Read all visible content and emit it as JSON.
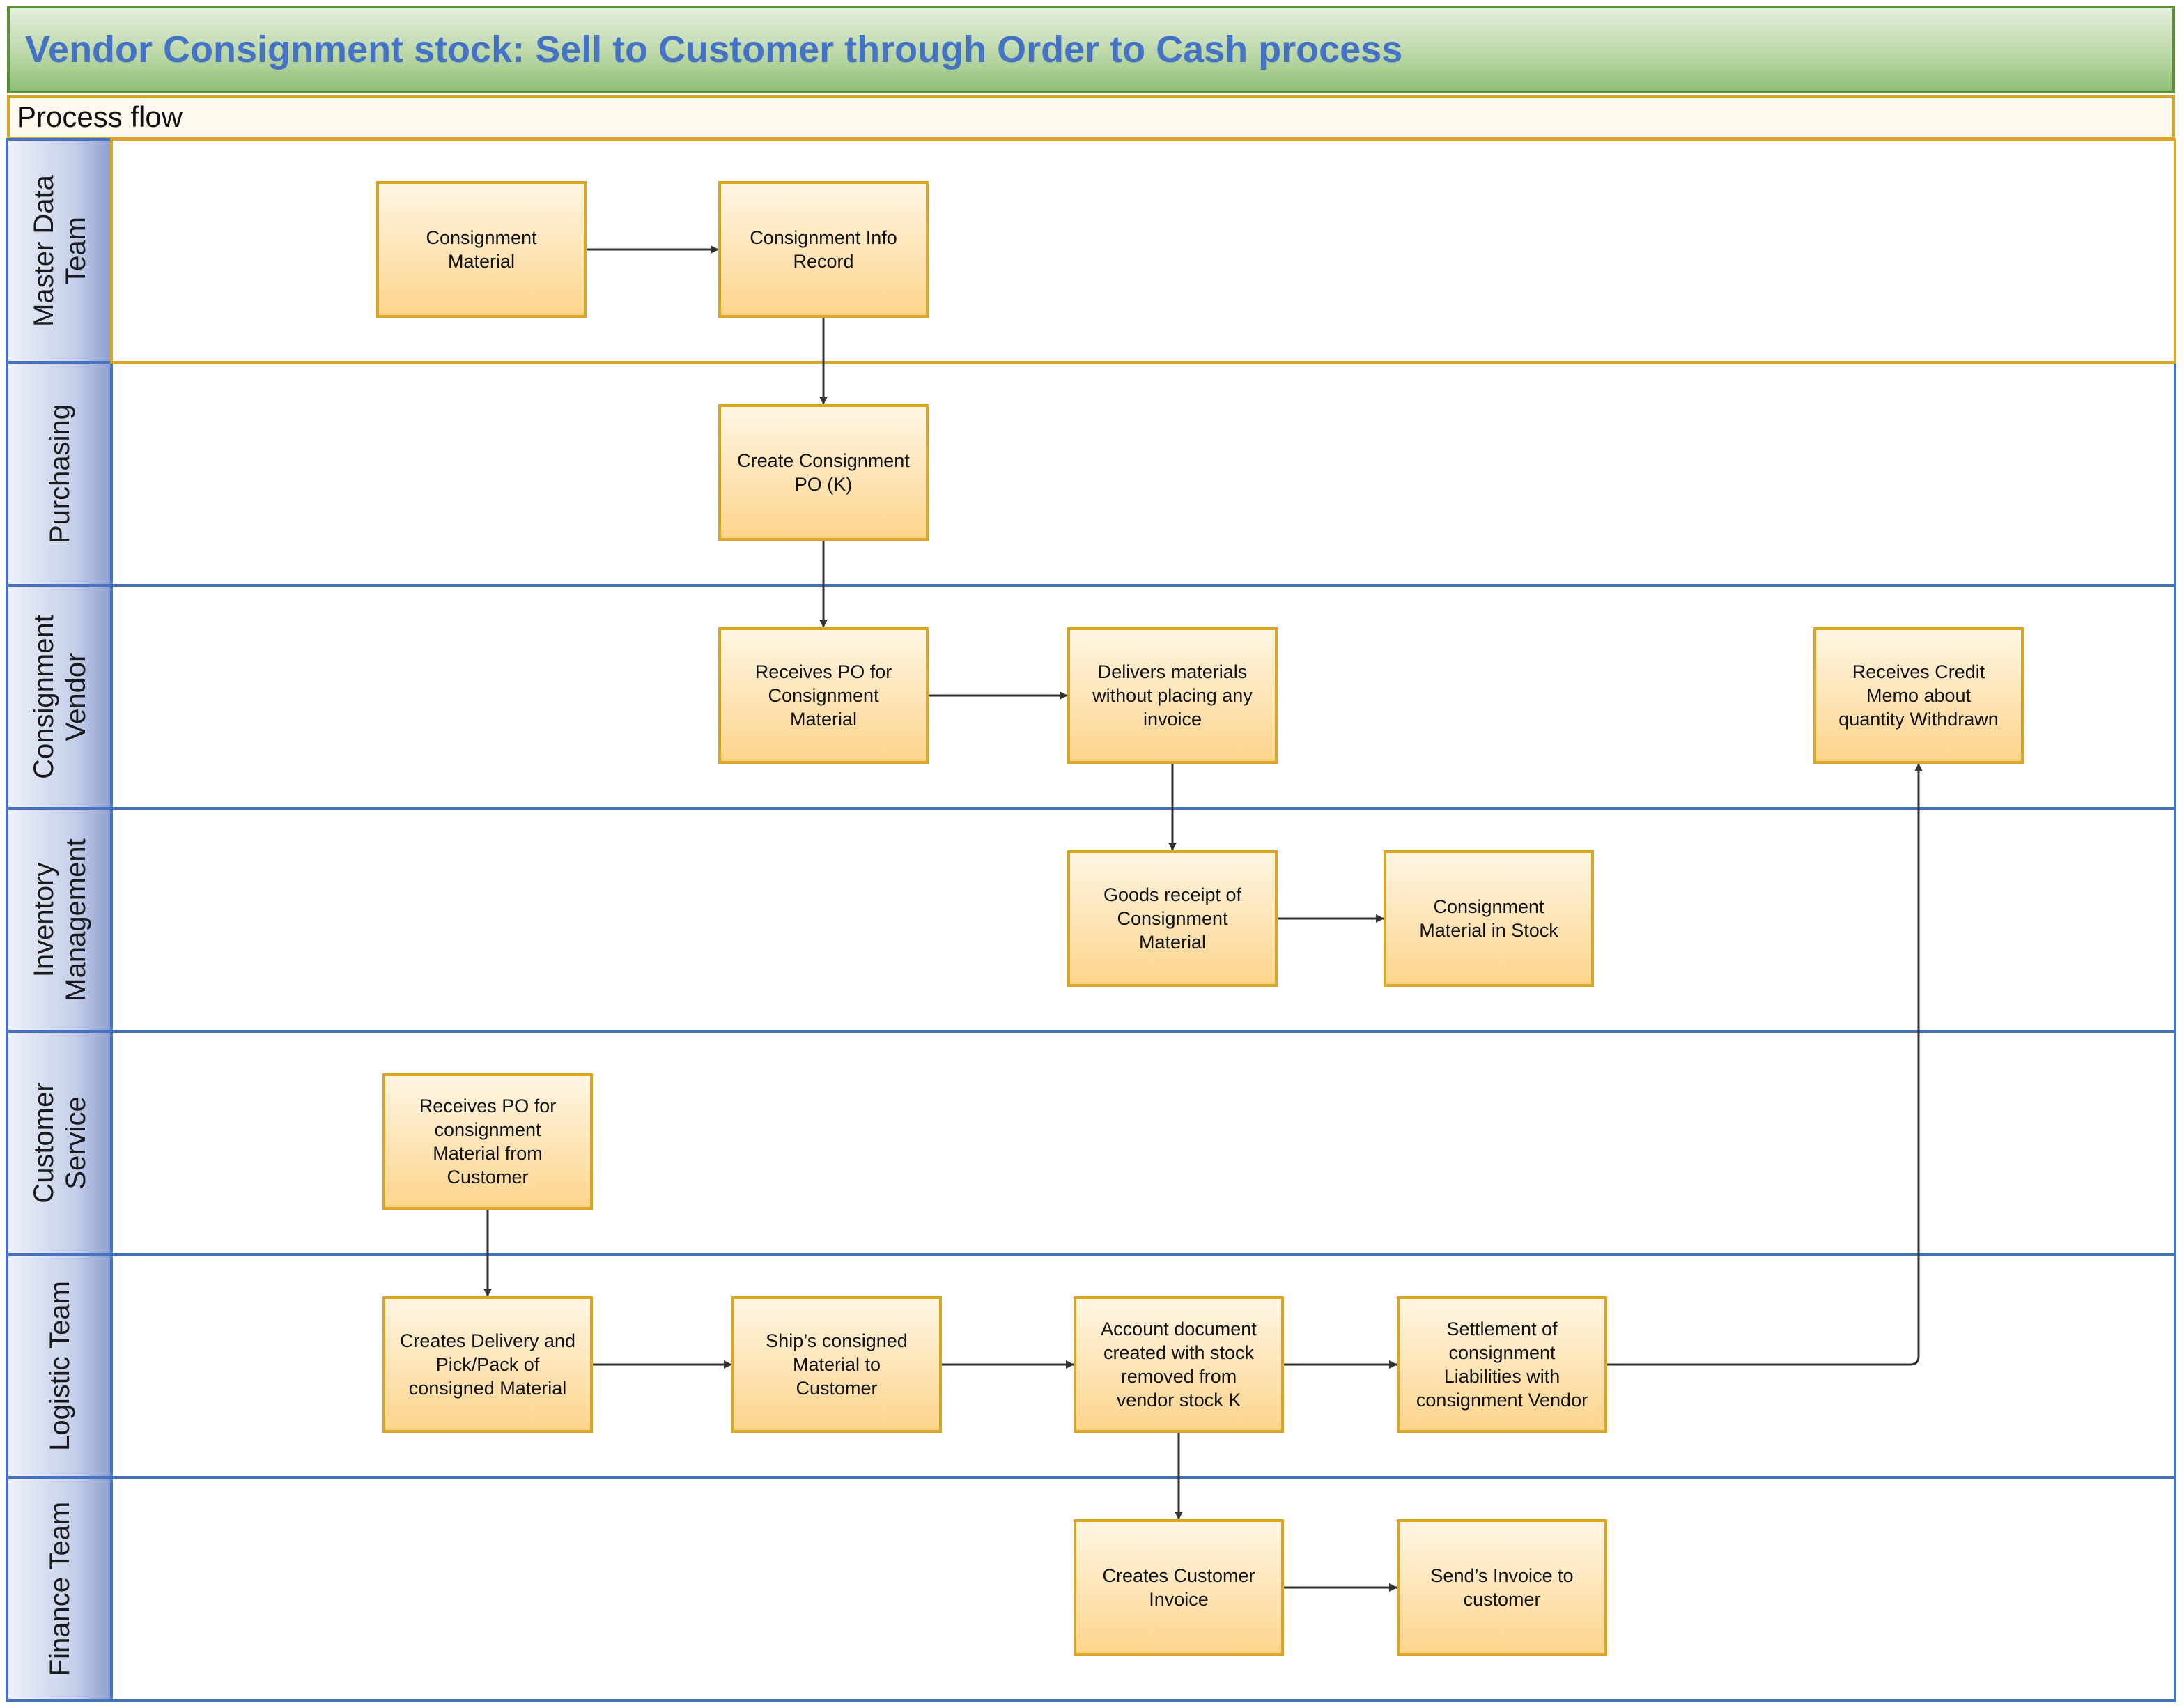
{
  "header": {
    "title": "Vendor Consignment stock: Sell to Customer through Order to Cash process",
    "subtitle": "Process flow"
  },
  "colors": {
    "title_text": "#4472c4",
    "title_border": "#5b8f3c",
    "lane_border": "#4472c4",
    "highlight_border": "#d9a526",
    "box_fill_top": "#fef6e4",
    "box_fill_bottom": "#fdd48c",
    "box_border": "#d9a526",
    "arrow": "#333333"
  },
  "lanes": [
    {
      "id": "master-data",
      "label_lines": [
        "Master Data",
        "Team"
      ]
    },
    {
      "id": "purchasing",
      "label_lines": [
        "Purchasing"
      ]
    },
    {
      "id": "consignment-vendor",
      "label_lines": [
        "Consignment",
        "Vendor"
      ]
    },
    {
      "id": "inventory-management",
      "label_lines": [
        "Inventory",
        "Management"
      ]
    },
    {
      "id": "customer-service",
      "label_lines": [
        "Customer",
        "Service"
      ]
    },
    {
      "id": "logistic-team",
      "label_lines": [
        "Logistic Team"
      ]
    },
    {
      "id": "finance-team",
      "label_lines": [
        "Finance Team"
      ]
    }
  ],
  "nodes": [
    {
      "id": "consignment-material",
      "lines": [
        "Consignment",
        "Material"
      ]
    },
    {
      "id": "consignment-info-record",
      "lines": [
        "Consignment Info",
        "Record"
      ]
    },
    {
      "id": "create-consignment-po",
      "lines": [
        "Create Consignment",
        "PO (K)"
      ]
    },
    {
      "id": "receives-po-vendor",
      "lines": [
        "Receives PO for",
        "Consignment",
        "Material"
      ]
    },
    {
      "id": "delivers-materials",
      "lines": [
        "Delivers materials",
        "without placing any",
        "invoice"
      ]
    },
    {
      "id": "receives-credit-memo",
      "lines": [
        "Receives Credit",
        "Memo about",
        "quantity Withdrawn"
      ]
    },
    {
      "id": "goods-receipt",
      "lines": [
        "Goods receipt of",
        "Consignment",
        "Material"
      ]
    },
    {
      "id": "material-in-stock",
      "lines": [
        "Consignment",
        "Material in Stock"
      ]
    },
    {
      "id": "receives-po-customer",
      "lines": [
        "Receives PO for",
        "consignment",
        "Material from",
        "Customer"
      ]
    },
    {
      "id": "creates-delivery",
      "lines": [
        "Creates Delivery and",
        "Pick/Pack of",
        "consigned Material"
      ]
    },
    {
      "id": "ships-material",
      "lines": [
        "Ship’s consigned",
        "Material to",
        "Customer"
      ]
    },
    {
      "id": "account-document",
      "lines": [
        "Account document",
        "created with stock",
        "removed from",
        "vendor stock K"
      ]
    },
    {
      "id": "settlement",
      "lines": [
        "Settlement of",
        "consignment",
        "Liabilities with",
        "consignment Vendor"
      ]
    },
    {
      "id": "creates-customer-invoice",
      "lines": [
        "Creates Customer",
        "Invoice"
      ]
    },
    {
      "id": "sends-invoice",
      "lines": [
        "Send’s Invoice to",
        "customer"
      ]
    }
  ],
  "edges": [
    {
      "from": "consignment-material",
      "to": "consignment-info-record"
    },
    {
      "from": "consignment-info-record",
      "to": "create-consignment-po"
    },
    {
      "from": "create-consignment-po",
      "to": "receives-po-vendor"
    },
    {
      "from": "receives-po-vendor",
      "to": "delivers-materials"
    },
    {
      "from": "delivers-materials",
      "to": "goods-receipt"
    },
    {
      "from": "goods-receipt",
      "to": "material-in-stock"
    },
    {
      "from": "receives-po-customer",
      "to": "creates-delivery"
    },
    {
      "from": "creates-delivery",
      "to": "ships-material"
    },
    {
      "from": "ships-material",
      "to": "account-document"
    },
    {
      "from": "account-document",
      "to": "settlement"
    },
    {
      "from": "account-document",
      "to": "creates-customer-invoice"
    },
    {
      "from": "creates-customer-invoice",
      "to": "sends-invoice"
    },
    {
      "from": "settlement",
      "to": "receives-credit-memo"
    }
  ]
}
